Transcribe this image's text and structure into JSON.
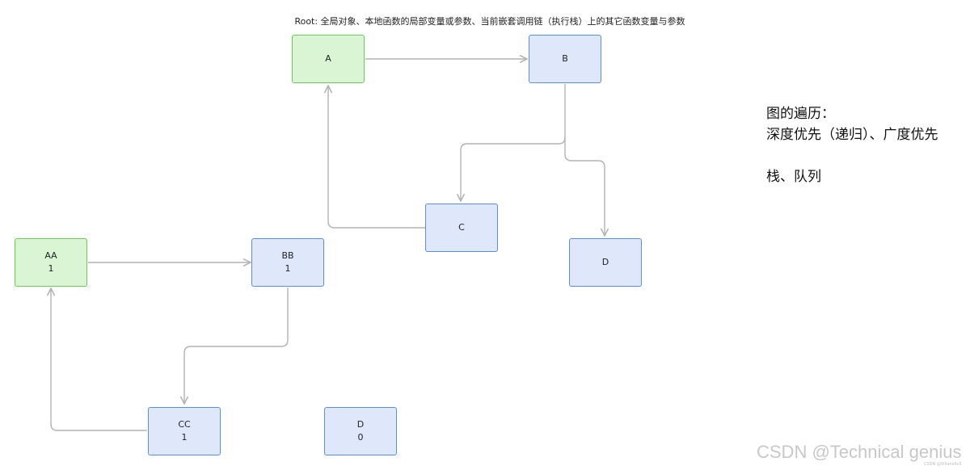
{
  "title": "Root: 全局对象、本地函数的局部变量或参数、当前嵌套调用链（执行栈）上的其它函数变量与参数",
  "nodes": {
    "A": {
      "label": "A"
    },
    "B": {
      "label": "B"
    },
    "C": {
      "label": "C"
    },
    "D_top": {
      "label": "D"
    },
    "AA": {
      "label": "AA",
      "count": "1"
    },
    "BB": {
      "label": "BB",
      "count": "1"
    },
    "CC": {
      "label": "CC",
      "count": "1"
    },
    "D_bottom": {
      "label": "D",
      "count": "0"
    }
  },
  "edges": [
    {
      "from": "A",
      "to": "B"
    },
    {
      "from": "B",
      "to": "C"
    },
    {
      "from": "B",
      "to": "D"
    },
    {
      "from": "C",
      "to": "A"
    },
    {
      "from": "AA",
      "to": "BB"
    },
    {
      "from": "BB",
      "to": "CC"
    },
    {
      "from": "CC",
      "to": "AA"
    }
  ],
  "note": {
    "line1": "图的遍历：",
    "line2": "深度优先（递归）、广度优先",
    "line3": "栈、队列"
  },
  "watermark": "CSDN @Technical genius",
  "watermark_small": "CSDN @Villanelle5",
  "colors": {
    "root_fill": "#d9f5d3",
    "root_border": "#6cc95a",
    "node_fill": "#dfe8fb",
    "node_border": "#5b8ee0",
    "edge": "#b3b3b3"
  }
}
